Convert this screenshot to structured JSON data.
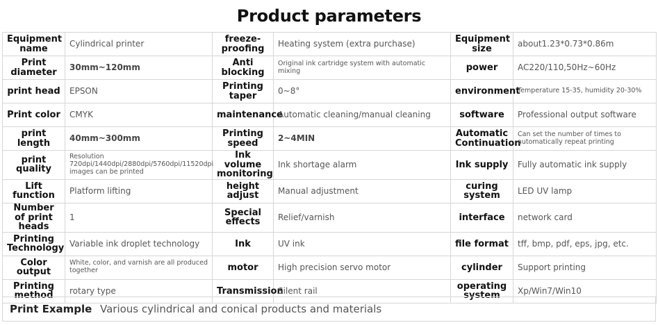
{
  "title": "Product parameters",
  "rows": [
    [
      {
        "label": "Equipment name",
        "value": "Cylindrical printer"
      },
      {
        "label": "freeze-proofing",
        "value": "Heating system (extra purchase)"
      },
      {
        "label": "Equipment size",
        "value": "about1.23*0.73*0.86m"
      }
    ],
    [
      {
        "label": "Print diameter",
        "value": "30mm~120mm"
      },
      {
        "label": "Anti blocking",
        "value": "Original ink cartridge system with automatic mixing"
      },
      {
        "label": "power",
        "value": "AC220/110,50Hz~60Hz"
      }
    ],
    [
      {
        "label": "print head",
        "value": "EPSON"
      },
      {
        "label": "Printing taper",
        "value": "0~8°"
      },
      {
        "label": "environment",
        "value": "Temperature 15-35, humidity 20-30%"
      }
    ],
    [
      {
        "label": "Print color",
        "value": "CMYK"
      },
      {
        "label": "maintenance",
        "value": "Automatic cleaning/manual cleaning"
      },
      {
        "label": "software",
        "value": "Professional output software"
      }
    ],
    [
      {
        "label": "print length",
        "value": "40mm~300mm"
      },
      {
        "label": "Printing speed",
        "value": "2~4MIN"
      },
      {
        "label": "Automatic Continuation",
        "value": "Can set the number of times to automatically repeat printing"
      }
    ],
    [
      {
        "label": "print quality",
        "value": "Resolution 720dpi/1440dpi/2880dpi/5760dpi/11520dpi images can be printed"
      },
      {
        "label": "Ink volume monitoring",
        "value": "Ink shortage alarm"
      },
      {
        "label": "Ink supply",
        "value": "Fully automatic ink supply"
      }
    ],
    [
      {
        "label": "Lift function",
        "value": "Platform lifting"
      },
      {
        "label": "height adjust",
        "value": "Manual adjustment"
      },
      {
        "label": "curing system",
        "value": "LED UV lamp"
      }
    ],
    [
      {
        "label": "Number of print heads",
        "value": "1"
      },
      {
        "label": "Special effects",
        "value": "Relief/varnish"
      },
      {
        "label": "interface",
        "value": "network card"
      }
    ],
    [
      {
        "label": "Printing Technology",
        "value": "Variable ink droplet technology"
      },
      {
        "label": "Ink",
        "value": "UV ink"
      },
      {
        "label": "file format",
        "value": "tff, bmp, pdf, eps, jpg, etc."
      }
    ],
    [
      {
        "label": "Color output",
        "value": "White, color, and varnish are all produced together"
      },
      {
        "label": "motor",
        "value": "High precision servo motor"
      },
      {
        "label": "cylinder",
        "value": "Support printing"
      }
    ],
    [
      {
        "label": "Printing method",
        "value": "rotary type"
      },
      {
        "label": "Transmission",
        "value": "Silent rail"
      },
      {
        "label": "operating system",
        "value": "Xp/Win7/Win10"
      }
    ]
  ],
  "example": {
    "label": "Print Example",
    "value": "Various cylindrical and conical products and materials"
  }
}
